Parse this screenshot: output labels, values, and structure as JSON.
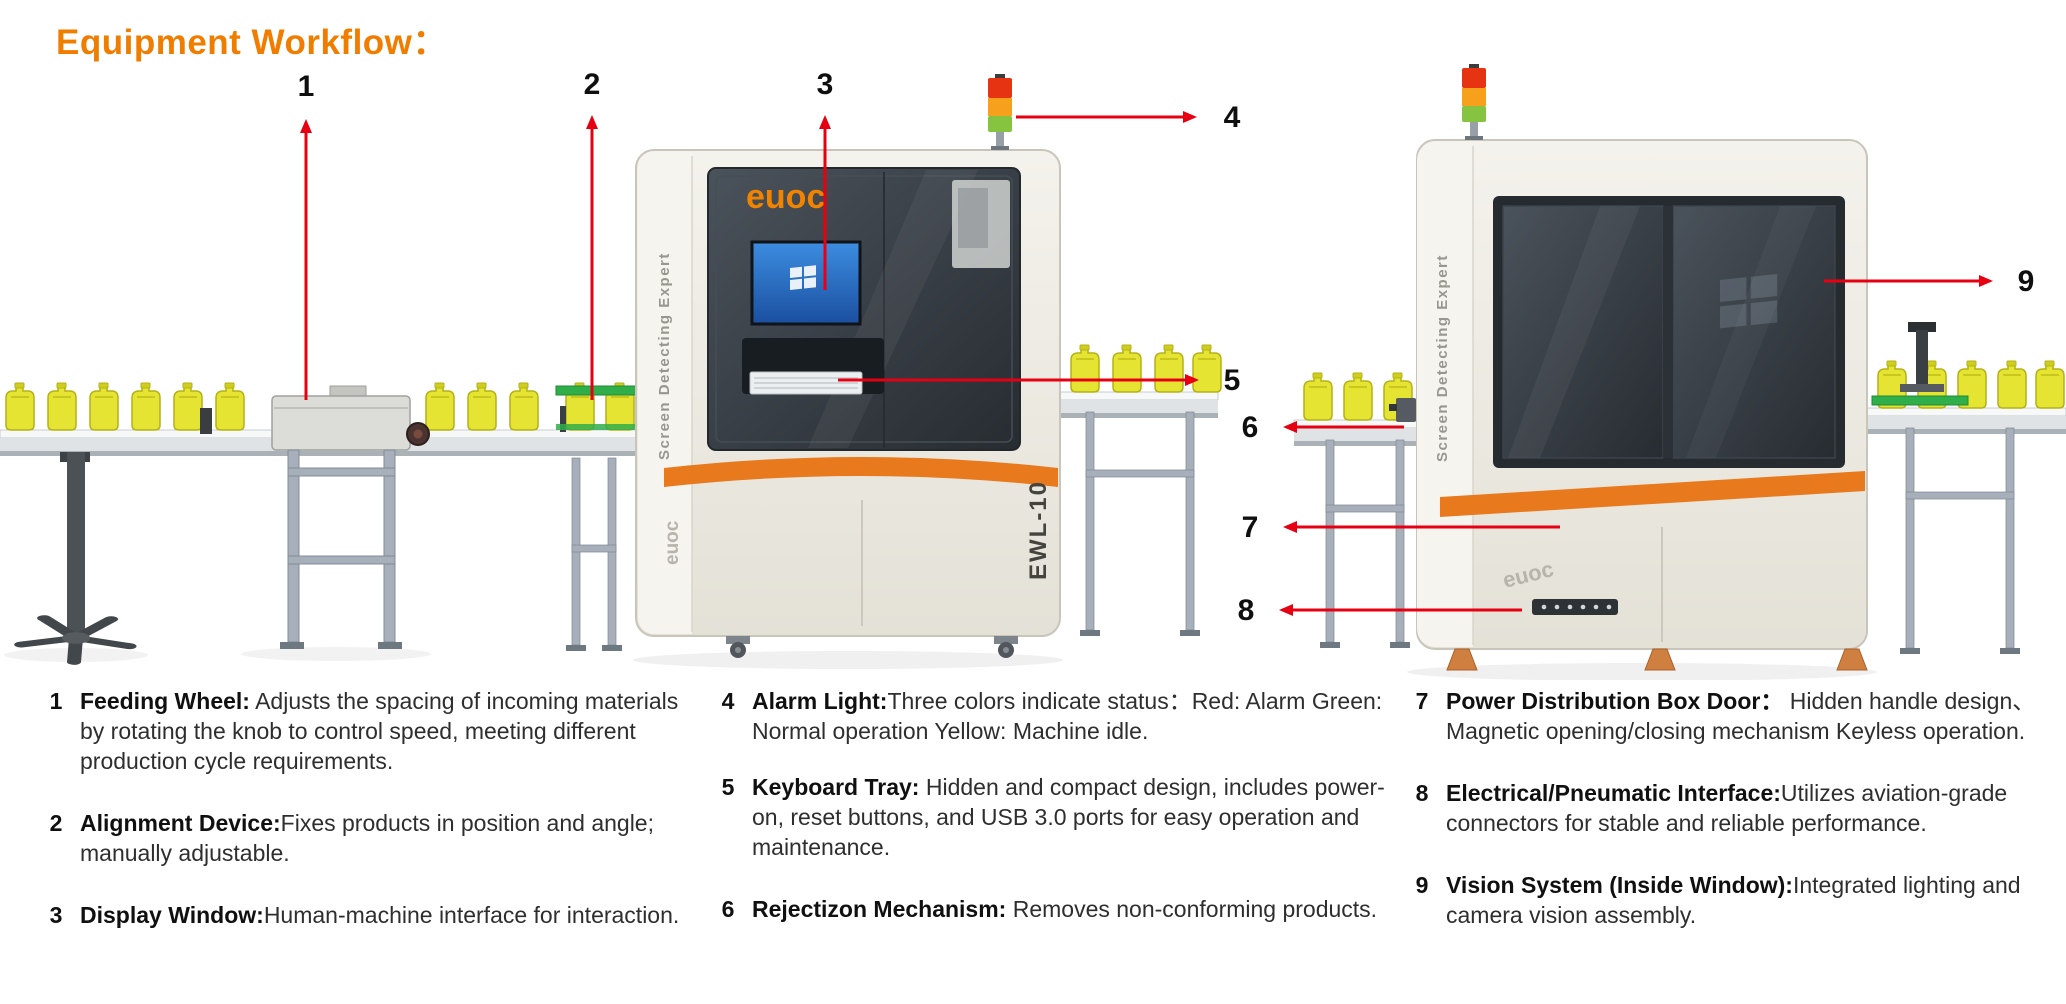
{
  "title": "Equipment Workflow：",
  "colors": {
    "title_orange": "#F07D00",
    "arrow_red": "#E60012",
    "machine_cream": "#EFEDE6",
    "glass_dark": "#343B42",
    "stripe_orange": "#E8791D",
    "can_yellow": "#E6E432",
    "stack_red": "#E63312",
    "stack_orange": "#F6A01C",
    "stack_green": "#86C440",
    "fixture_green": "#2FAE4A"
  },
  "machine": {
    "brand": "euoc",
    "side_label": "Screen Detecting Expert",
    "model": "EWL-10"
  },
  "callouts": [
    "1",
    "2",
    "3",
    "4",
    "5",
    "6",
    "7",
    "8",
    "9"
  ],
  "legend": {
    "columns": [
      {
        "items": [
          {
            "num": "1",
            "term": "Feeding Wheel:",
            "desc": " Adjusts the spacing of incoming materials by rotating the knob to control speed, meeting different production cycle requirements."
          },
          {
            "num": "2",
            "term": "Alignment Device:",
            "desc": "Fixes products in position and angle; manually adjustable."
          },
          {
            "num": "3",
            "term": "Display Window:",
            "desc": "Human-machine interface for interaction."
          }
        ]
      },
      {
        "items": [
          {
            "num": "4",
            "term": "Alarm Light:",
            "desc": "Three colors indicate status：Red: Alarm Green: Normal operation Yellow: Machine idle."
          },
          {
            "num": "5",
            "term": "Keyboard Tray:",
            "desc": " Hidden and compact design, includes power-on, reset buttons, and USB 3.0 ports for easy operation and maintenance."
          },
          {
            "num": "6",
            "term": "Rejectizon Mechanism:",
            "desc": " Removes non-conforming products."
          }
        ]
      },
      {
        "items": [
          {
            "num": "7",
            "term": "Power Distribution Box Door：",
            "desc": " Hidden handle design、Magnetic opening/closing mechanism Keyless operation."
          },
          {
            "num": "8",
            "term": "Electrical/Pneumatic Interface:",
            "desc": "Utilizes aviation-grade connectors for stable and reliable performance."
          },
          {
            "num": "9",
            "term": "Vision System (Inside Window):",
            "desc": "Integrated lighting and camera vision assembly."
          }
        ]
      }
    ]
  }
}
